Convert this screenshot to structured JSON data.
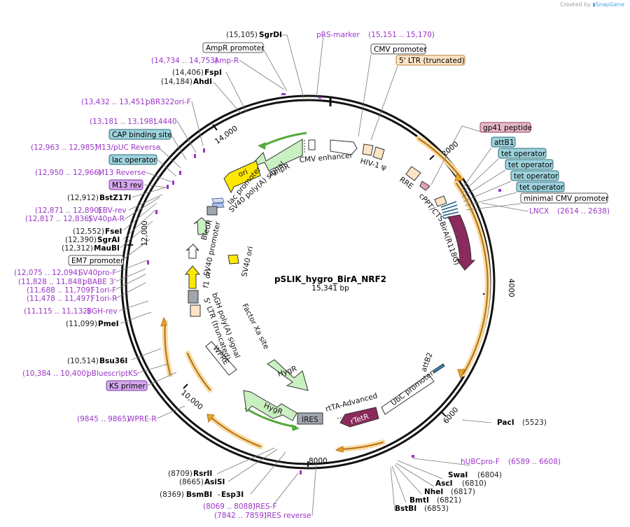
{
  "credit": {
    "created_by": "Created by",
    "brand": "SnapGene"
  },
  "plasmid": {
    "name": "pSLIK_hygro_BirA_NRF2",
    "size": "15,341 bp"
  },
  "colors": {
    "primer": "#9b36c8",
    "orange_feature": "#e7a531",
    "green_feature": "#55a93d",
    "marker": "#8b2a5c"
  },
  "ticks": [
    "2000",
    "4000",
    "6000",
    "8000",
    "10,000",
    "12,000",
    "14,000"
  ],
  "sites_left": [
    {
      "coord": "(15,105)",
      "name": "SgrDI"
    },
    {
      "coord": "(14,406)",
      "name": "FspI"
    },
    {
      "coord": "(14,184)",
      "name": "AhdI"
    },
    {
      "coord": "(12,912)",
      "name": "BstZ17I"
    },
    {
      "coord": "(12,552)",
      "name": "FseI"
    },
    {
      "coord": "(12,390)",
      "name": "SgrAI"
    },
    {
      "coord": "(12,312)",
      "name": "MauBI"
    },
    {
      "coord": "(11,099)",
      "name": "PmeI"
    },
    {
      "coord": "(10,514)",
      "name": "Bsu36I"
    },
    {
      "coord": "(8709)",
      "name": "RsrII"
    },
    {
      "coord": "(8665)",
      "name": "AsiSI"
    },
    {
      "coord": "(8369)",
      "name": "BsmBI",
      "extra": "Esp3I"
    }
  ],
  "sites_right": [
    {
      "name": "PacI",
      "coord": "(5523)"
    },
    {
      "name": "SwaI",
      "coord": "(6804)"
    },
    {
      "name": "AscI",
      "coord": "(6810)"
    },
    {
      "name": "NheI",
      "coord": "(6817)"
    },
    {
      "name": "BmtI",
      "coord": "(6821)"
    },
    {
      "name": "BstBI",
      "coord": "(6853)"
    }
  ],
  "primers_left": [
    {
      "coord": "(14,734 .. 14,753)",
      "name": "Amp-R"
    },
    {
      "coord": "(13,432 .. 13,451)",
      "name": "pBR322ori-F"
    },
    {
      "coord": "(13,181 .. 13,198)",
      "name": "L4440"
    },
    {
      "coord": "(12,963 .. 12,985)",
      "name": "M13/pUC Reverse"
    },
    {
      "coord": "(12,950 .. 12,966)",
      "name": "M13 Reverse"
    },
    {
      "coord": "(12,871 .. 12,890)",
      "name": "EBV-rev"
    },
    {
      "coord": "(12,817 .. 12,836)",
      "name": "SV40pA-R"
    },
    {
      "coord": "(12,075 .. 12,094)",
      "name": "SV40pro-F"
    },
    {
      "coord": "(11,828 .. 11,848)",
      "name": "pBABE 3'"
    },
    {
      "coord": "(11,688 .. 11,709)",
      "name": "F1ori-F"
    },
    {
      "coord": "(11,478 .. 11,497)",
      "name": "F1ori-R"
    },
    {
      "coord": "(11,115 .. 11,132)",
      "name": "BGH-rev"
    },
    {
      "coord": "(10,384 .. 10,400)",
      "name": "pBluescriptKS"
    },
    {
      "coord": "(9845 .. 9865)",
      "name": "WPRE-R"
    },
    {
      "coord": "(8069 .. 8088)",
      "name": "IRES-F"
    },
    {
      "coord": "(7842 .. 7859)",
      "name": "IRES reverse"
    }
  ],
  "primers_top": [
    {
      "name": "pRS-marker",
      "coord": "(15,151 .. 15,170)"
    }
  ],
  "primers_right": [
    {
      "name": "LNCX",
      "coord": "(2614 .. 2638)"
    },
    {
      "name": "hUBCpro-F",
      "coord": "(6589 .. 6608)"
    }
  ],
  "boxed_left": [
    {
      "label": "AmpR promoter",
      "style": "white"
    },
    {
      "label": "CAP binding site",
      "style": "teal"
    },
    {
      "label": "lac operator",
      "style": "teal"
    },
    {
      "label": "M13 rev",
      "style": "purple"
    },
    {
      "label": "EM7 promoter",
      "style": "white"
    },
    {
      "label": "KS primer",
      "style": "purple"
    }
  ],
  "boxed_right": [
    {
      "label": "CMV promoter",
      "style": "white"
    },
    {
      "label": "5' LTR (truncated)",
      "style": "orange"
    },
    {
      "label": "gp41 peptide",
      "style": "pink"
    },
    {
      "label": "attB1",
      "style": "teal"
    },
    {
      "label": "tet operator",
      "style": "teal"
    },
    {
      "label": "tet operator",
      "style": "teal"
    },
    {
      "label": "tet operator",
      "style": "teal"
    },
    {
      "label": "tet operator",
      "style": "teal"
    },
    {
      "label": "minimal CMV promoter",
      "style": "white"
    }
  ],
  "inner_features": {
    "ampr": "AmpR",
    "ori": "ori",
    "cmv_enhancer": "CMV enhancer",
    "hiv_psi": "HIV-1 ψ",
    "rre": "RRE",
    "cppt": "cPPT/CTS",
    "bira": "BirA(R118G)",
    "lac_promoter": "lac promoter",
    "sv40_polya": "SV40 poly(A) signal",
    "bleor": "BleoR",
    "sv40_promoter": "SV40 promoter",
    "sv40_ori": "SV40 ori",
    "f1_ori": "f1 ori",
    "bgh_polya": "bGH poly(A) signal",
    "ltr3": "5' LTR (truncated)",
    "factor_xa": "Factor Xa site",
    "wpre": "WPRE",
    "hygr": "HygR",
    "hygr2": "HygR",
    "ires": "IRES",
    "rtetr": "rTetR",
    "rtta": "rtTA-Advanced",
    "ubc": "UbC promoter",
    "attb2": "attB2"
  }
}
